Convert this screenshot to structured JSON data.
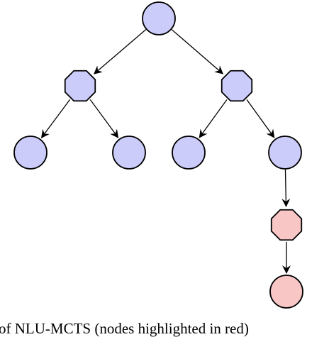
{
  "caption": "of NLU-MCTS (nodes highlighted in red)",
  "colors": {
    "node_fill": "#ccccfb",
    "highlight_fill": "#f9c6c6",
    "stroke": "#000000"
  },
  "nodes": [
    {
      "id": "root",
      "shape": "circle",
      "highlighted": false
    },
    {
      "id": "left-mid",
      "shape": "octagon",
      "highlighted": false
    },
    {
      "id": "right-mid",
      "shape": "octagon",
      "highlighted": false
    },
    {
      "id": "leaf-1",
      "shape": "circle",
      "highlighted": false
    },
    {
      "id": "leaf-2",
      "shape": "circle",
      "highlighted": false
    },
    {
      "id": "leaf-3",
      "shape": "circle",
      "highlighted": false
    },
    {
      "id": "leaf-4",
      "shape": "circle",
      "highlighted": false
    },
    {
      "id": "highlighted-octagon",
      "shape": "octagon",
      "highlighted": true
    },
    {
      "id": "highlighted-circle",
      "shape": "circle",
      "highlighted": true
    }
  ],
  "edges": [
    {
      "from": "root",
      "to": "left-mid"
    },
    {
      "from": "root",
      "to": "right-mid"
    },
    {
      "from": "left-mid",
      "to": "leaf-1"
    },
    {
      "from": "left-mid",
      "to": "leaf-2"
    },
    {
      "from": "right-mid",
      "to": "leaf-3"
    },
    {
      "from": "right-mid",
      "to": "leaf-4"
    },
    {
      "from": "leaf-4",
      "to": "highlighted-octagon"
    },
    {
      "from": "highlighted-octagon",
      "to": "highlighted-circle"
    }
  ]
}
